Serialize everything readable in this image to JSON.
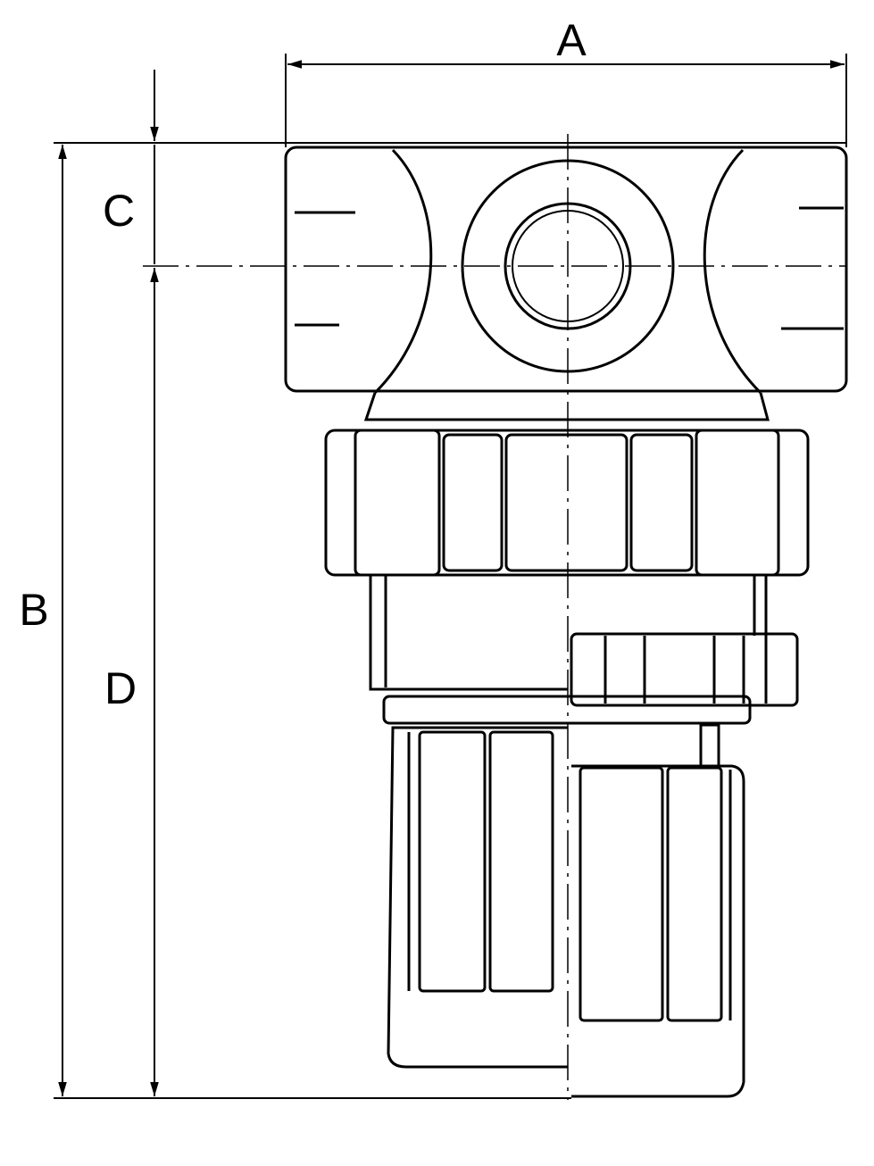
{
  "drawing": {
    "dimension_labels": {
      "A": "A",
      "B": "B",
      "C": "C",
      "D": "D"
    },
    "line_color": "#000000",
    "background": "#ffffff"
  }
}
